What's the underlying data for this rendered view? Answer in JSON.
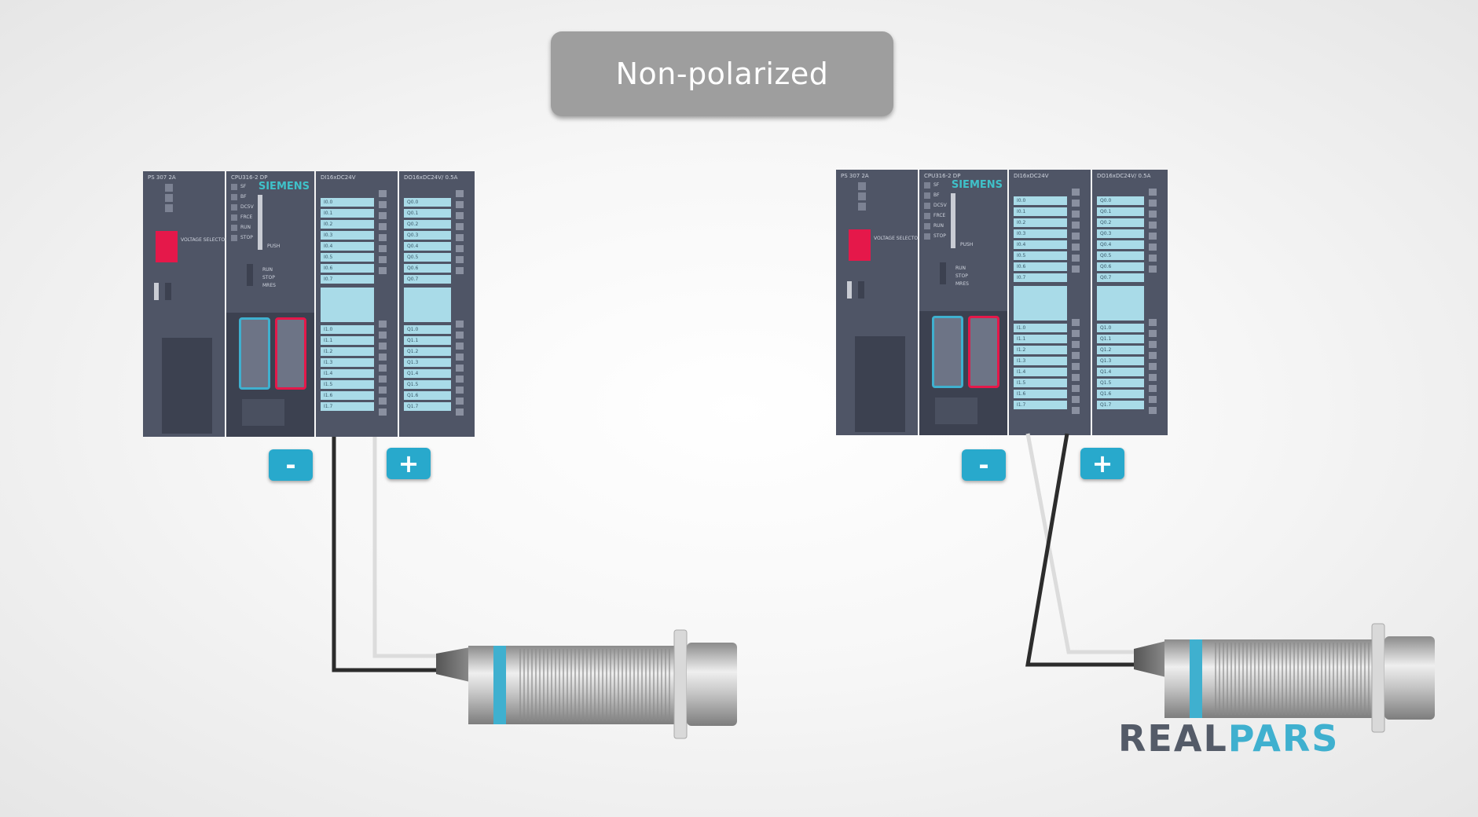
{
  "title": "Non-polarized",
  "logo": {
    "part1": "REAL",
    "part2": "PARS"
  },
  "plc": {
    "ps_label": "PS 307 2A",
    "cpu_label": "CPU316-2 DP",
    "brand": "SIEMENS",
    "di_label": "DI16xDC24V",
    "do_label": "DO16xDC24V/ 0.5A",
    "voltage_selector": "VOLTAGE SELECTOR",
    "status_leds": [
      "SF",
      "BF",
      "DC5V",
      "FRCE",
      "RUN",
      "STOP"
    ],
    "push_label": "PUSH",
    "mode_labels": [
      "RUN",
      "STOP",
      "MRES"
    ],
    "di_top": [
      "I0.0",
      "I0.1",
      "I0.2",
      "I0.3",
      "I0.4",
      "I0.5",
      "I0.6",
      "I0.7"
    ],
    "di_bottom": [
      "I1.0",
      "I1.1",
      "I1.2",
      "I1.3",
      "I1.4",
      "I1.5",
      "I1.6",
      "I1.7"
    ],
    "do_top": [
      "Q0.0",
      "Q0.1",
      "Q0.2",
      "Q0.3",
      "Q0.4",
      "Q0.5",
      "Q0.6",
      "Q0.7"
    ],
    "do_bottom": [
      "Q1.0",
      "Q1.1",
      "Q1.2",
      "Q1.3",
      "Q1.4",
      "Q1.5",
      "Q1.6",
      "Q1.7"
    ]
  },
  "terminals": {
    "minus": "-",
    "plus": "+"
  },
  "colors": {
    "accent": "#28a9cc",
    "plc_body": "#4f5566",
    "channel": "#a9dbe8",
    "selector": "#e5184a",
    "title_bg": "#9e9e9e"
  }
}
